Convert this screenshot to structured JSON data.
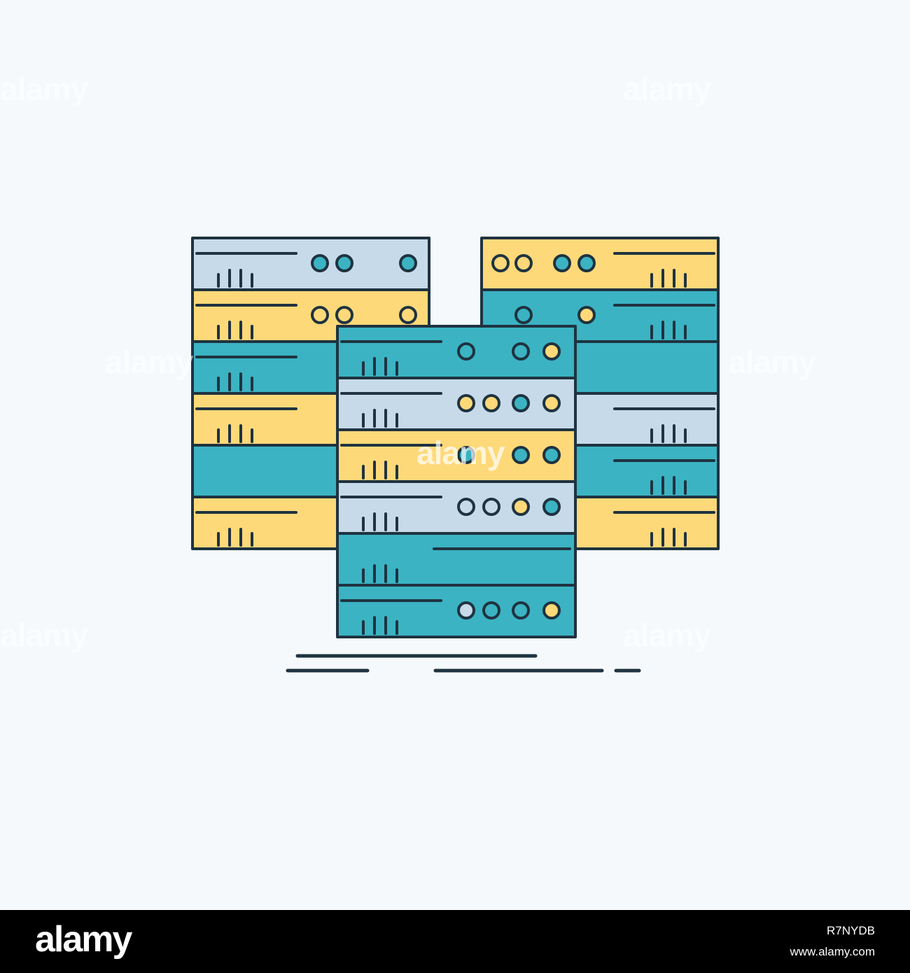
{
  "colors": {
    "background": "#f5f9fc",
    "outline": "#1f3340",
    "teal": "#3bb3c3",
    "yellow": "#fed979",
    "light_blue": "#c7daea",
    "footer": "#000000"
  },
  "icon": {
    "name": "server-racks-icon"
  },
  "watermark": {
    "text": "alamy"
  },
  "footer": {
    "brand": "alamy",
    "image_id": "R7NYDB",
    "site": "www.alamy.com"
  }
}
